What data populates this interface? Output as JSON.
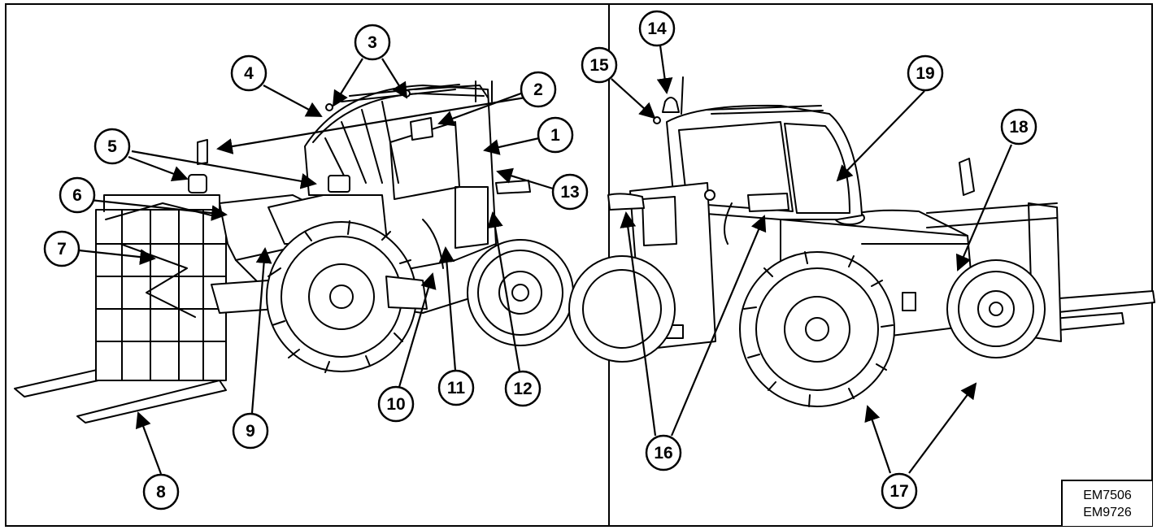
{
  "figure": {
    "reference_codes": [
      "EM7506",
      "EM9726"
    ],
    "callouts": [
      {
        "number": "1"
      },
      {
        "number": "2"
      },
      {
        "number": "3"
      },
      {
        "number": "4"
      },
      {
        "number": "5"
      },
      {
        "number": "6"
      },
      {
        "number": "7"
      },
      {
        "number": "8"
      },
      {
        "number": "9"
      },
      {
        "number": "10"
      },
      {
        "number": "11"
      },
      {
        "number": "12"
      },
      {
        "number": "13"
      },
      {
        "number": "14"
      },
      {
        "number": "15"
      },
      {
        "number": "16"
      },
      {
        "number": "17"
      },
      {
        "number": "18"
      },
      {
        "number": "19"
      }
    ]
  },
  "colors": {
    "line": "#000000",
    "background": "#ffffff"
  }
}
